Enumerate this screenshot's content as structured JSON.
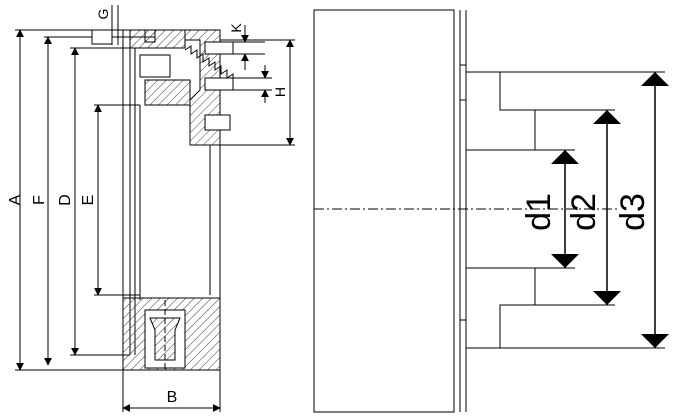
{
  "labels": {
    "A": "A",
    "F": "F",
    "D": "D",
    "E": "E",
    "G": "G",
    "K": "K",
    "H": "H",
    "B": "B",
    "d1": "d1",
    "d2": "d2",
    "d3": "d3"
  },
  "colors": {
    "line": "#000000",
    "hatch": "#555555",
    "background": "#ffffff"
  }
}
